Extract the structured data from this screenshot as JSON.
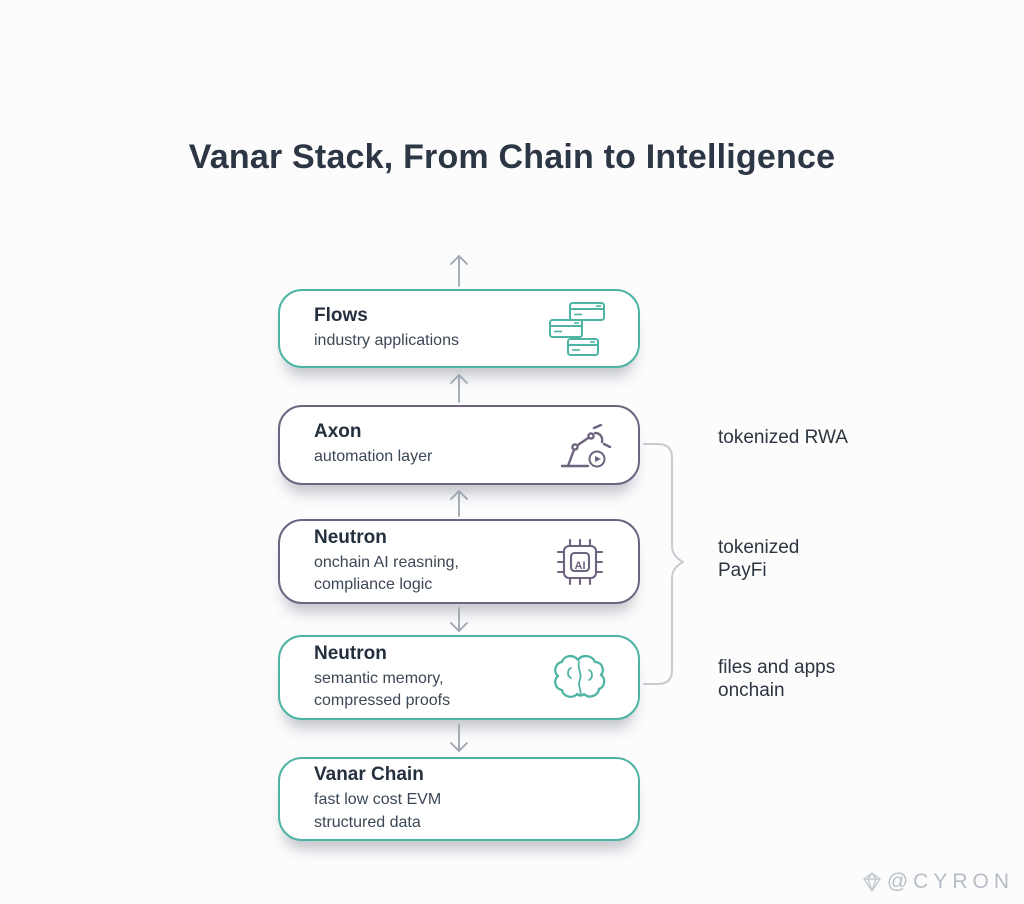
{
  "title": "Vanar Stack, From Chain to Intelligence",
  "stack": [
    {
      "title": "Flows",
      "subtitle": "industry applications",
      "accent": "teal",
      "icon": "browser-windows-icon"
    },
    {
      "title": "Axon",
      "subtitle": "automation layer",
      "accent": "purple",
      "icon": "robot-arm-icon"
    },
    {
      "title": "Neutron",
      "subtitle": "onchain AI reasning,\ncompliance logic",
      "accent": "purple",
      "icon": "ai-chip-icon"
    },
    {
      "title": "Neutron",
      "subtitle": "semantic memory,\ncompressed proofs",
      "accent": "teal",
      "icon": "brain-icon"
    },
    {
      "title": "Vanar Chain",
      "subtitle": "fast low cost EVM\nstructured data",
      "accent": "teal",
      "icon": null
    }
  ],
  "chip_label": "AI",
  "side_labels": [
    {
      "text": "tokenized RWA"
    },
    {
      "text": "tokenized\nPayFi"
    },
    {
      "text": "files and apps\nonchain"
    }
  ],
  "watermark": {
    "handle": "@CYRON"
  },
  "colors": {
    "teal": "#4fb3a4",
    "purple": "#6f6480",
    "arrow": "#9aa6b0",
    "brace": "#c6ccd2",
    "title_text": "#2d3644",
    "body_text": "#3c4755",
    "watermark_text": "#b6bdc4"
  }
}
